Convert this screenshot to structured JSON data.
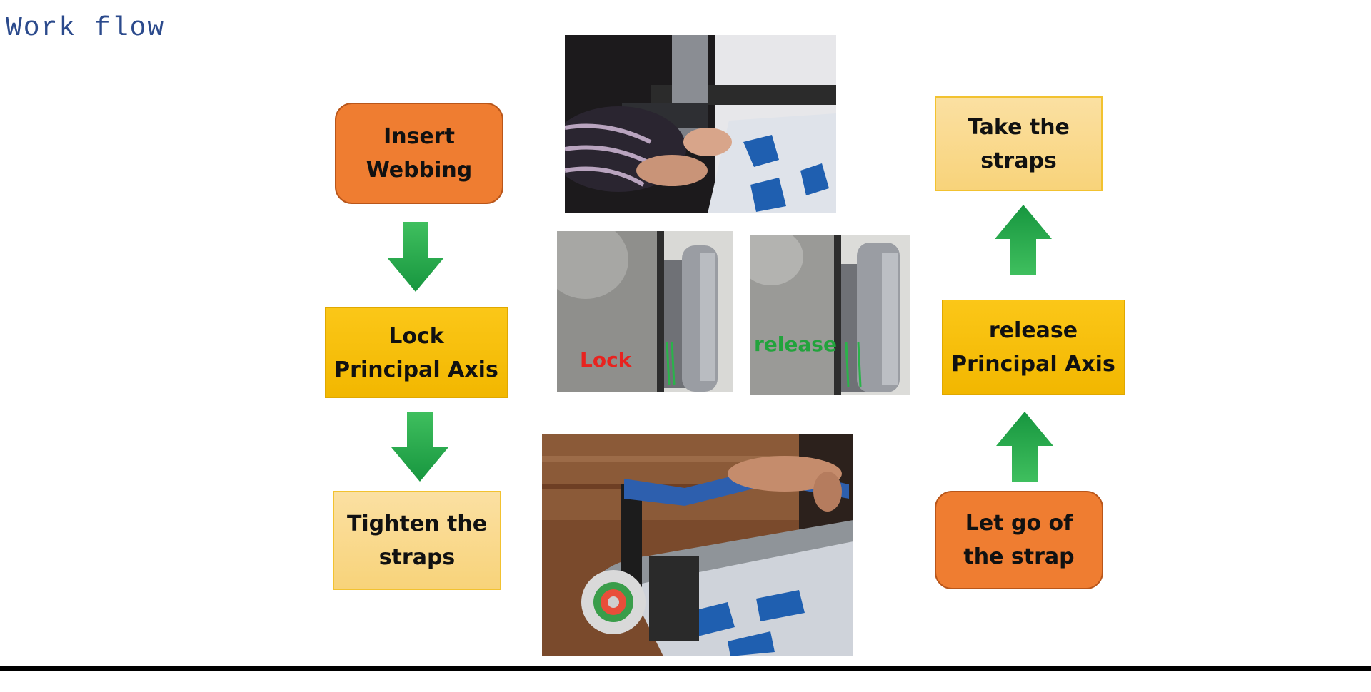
{
  "title": "Work flow",
  "steps": {
    "insert_webbing": "Insert\nWebbing",
    "lock_axis": "Lock\nPrincipal Axis",
    "tighten_straps": "Tighten the\nstraps",
    "let_go": "Let go of\nthe strap",
    "release_axis": "release\nPrincipal Axis",
    "take_straps": "Take the\nstraps"
  },
  "photo_labels": {
    "lock": "Lock",
    "release": "release"
  },
  "colors": {
    "orange": "#ef7d31",
    "gold": "#f9c00c",
    "pale": "#f9d98a",
    "arrow_green": "#21a34a",
    "title_blue": "#2b4a8c",
    "lock_red": "#e8231f",
    "release_green": "#22a33c"
  }
}
